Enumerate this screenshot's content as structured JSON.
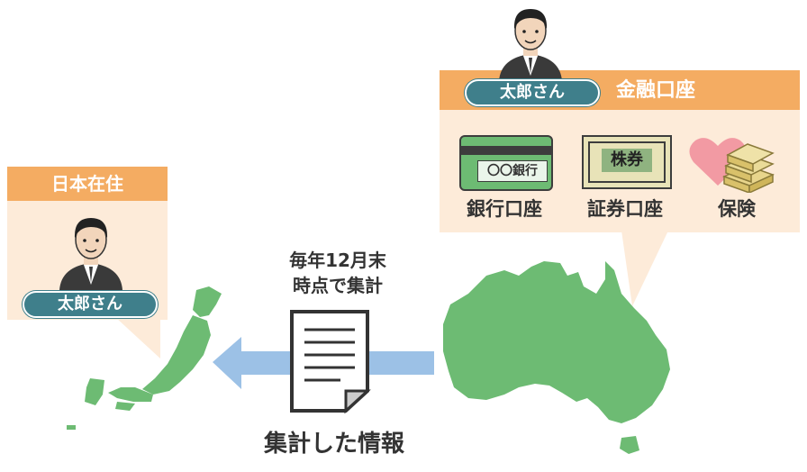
{
  "japan_box": {
    "header": "日本在住",
    "person_name": "太郎さん"
  },
  "australia_box": {
    "person_name": "太郎さん",
    "header": "金融口座",
    "items": [
      {
        "label": "銀行口座",
        "card_text": "〇〇銀行"
      },
      {
        "label": "証券口座",
        "card_text": "株券"
      },
      {
        "label": "保険"
      }
    ]
  },
  "flow": {
    "timing_line1": "毎年12月末",
    "timing_line2": "時点で集計",
    "caption": "集計した情報"
  },
  "colors": {
    "callout_bg": "#fdebd9",
    "header_orange": "#f4ac62",
    "name_pill": "#3f7f8b",
    "map_green": "#6dbb73",
    "arrow_blue": "#9cc1e6",
    "heart_pink": "#f29aa3"
  },
  "icons": [
    "person-icon",
    "bank-card-icon",
    "stock-certificate-icon",
    "heart-icon",
    "money-stack-icon",
    "document-icon",
    "japan-map",
    "australia-map",
    "arrow-left-icon"
  ]
}
